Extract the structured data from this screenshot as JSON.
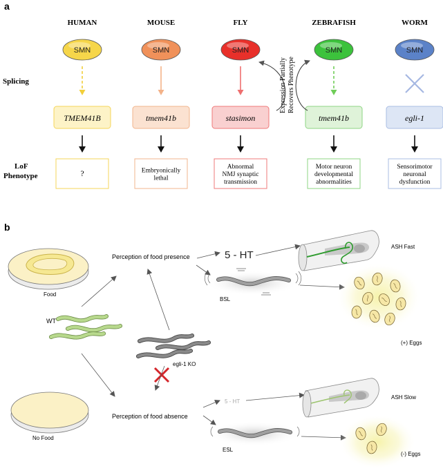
{
  "panel_a": {
    "label": "a",
    "columns": [
      {
        "species": "HUMAN",
        "protein": "SMN",
        "gene": "TMEM41B",
        "phenotype": [
          "?"
        ],
        "colors": {
          "oval": "#f6d64a",
          "box_fill": "#fdf3c7",
          "box_stroke": "#f4d55a",
          "arrow": "#f2cf3a",
          "pheno_stroke": "#f4d55a"
        }
      },
      {
        "species": "MOUSE",
        "protein": "SMN",
        "gene": "tmem41b",
        "phenotype": [
          "Embryonically",
          "lethal"
        ],
        "colors": {
          "oval": "#f0915a",
          "box_fill": "#fbe2d1",
          "box_stroke": "#f2b48c",
          "arrow": "#f3b289",
          "pheno_stroke": "#f2b48c"
        }
      },
      {
        "species": "FLY",
        "protein": "SMN",
        "gene": "stasimon",
        "phenotype": [
          "Abnormal",
          "NMJ synaptic",
          "transmission"
        ],
        "colors": {
          "oval": "#e8302a",
          "box_fill": "#f9d0d0",
          "box_stroke": "#ef7878",
          "arrow": "#ee6f6f",
          "pheno_stroke": "#ef7878"
        }
      },
      {
        "species": "ZEBRAFISH",
        "protein": "SMN",
        "gene": "tmem41b",
        "phenotype": [
          "Motor neuron",
          "developmental",
          "abnormalities"
        ],
        "colors": {
          "oval": "#3cc23c",
          "box_fill": "#dff3d9",
          "box_stroke": "#8ed483",
          "arrow": "#6fcd58",
          "pheno_stroke": "#8ed483"
        }
      },
      {
        "species": "WORM",
        "protein": "SMN",
        "gene": "egli-1",
        "phenotype": [
          "Sensorimotor",
          "neuronal",
          "dysfunction"
        ],
        "colors": {
          "oval": "#5b82c8",
          "box_fill": "#dde6f5",
          "box_stroke": "#a9bde3",
          "arrow": "#a6b8e2",
          "pheno_stroke": "#a9bde3"
        }
      }
    ],
    "row_labels": {
      "splicing": "Splicing",
      "lof": [
        "LoF",
        "Phenotype"
      ]
    },
    "rotated_note": [
      "Expression Partially",
      "Recovers Phenotype"
    ]
  },
  "panel_b": {
    "label": "b",
    "food_label": "Food",
    "no_food_label": "No Food",
    "wt_label": "WT",
    "ko_label": "egli-1 KO",
    "perception_presence": "Perception of food presence",
    "perception_absence": "Perception of food absence",
    "ht_fast": "5 - HT",
    "ht_slow": "5 - HT",
    "ash_fast": "ASH Fast",
    "ash_slow": "ASH Slow",
    "bsl": "BSL",
    "esl": "ESL",
    "eggs_plus": "(+) Eggs",
    "eggs_minus": "(-) Eggs"
  }
}
